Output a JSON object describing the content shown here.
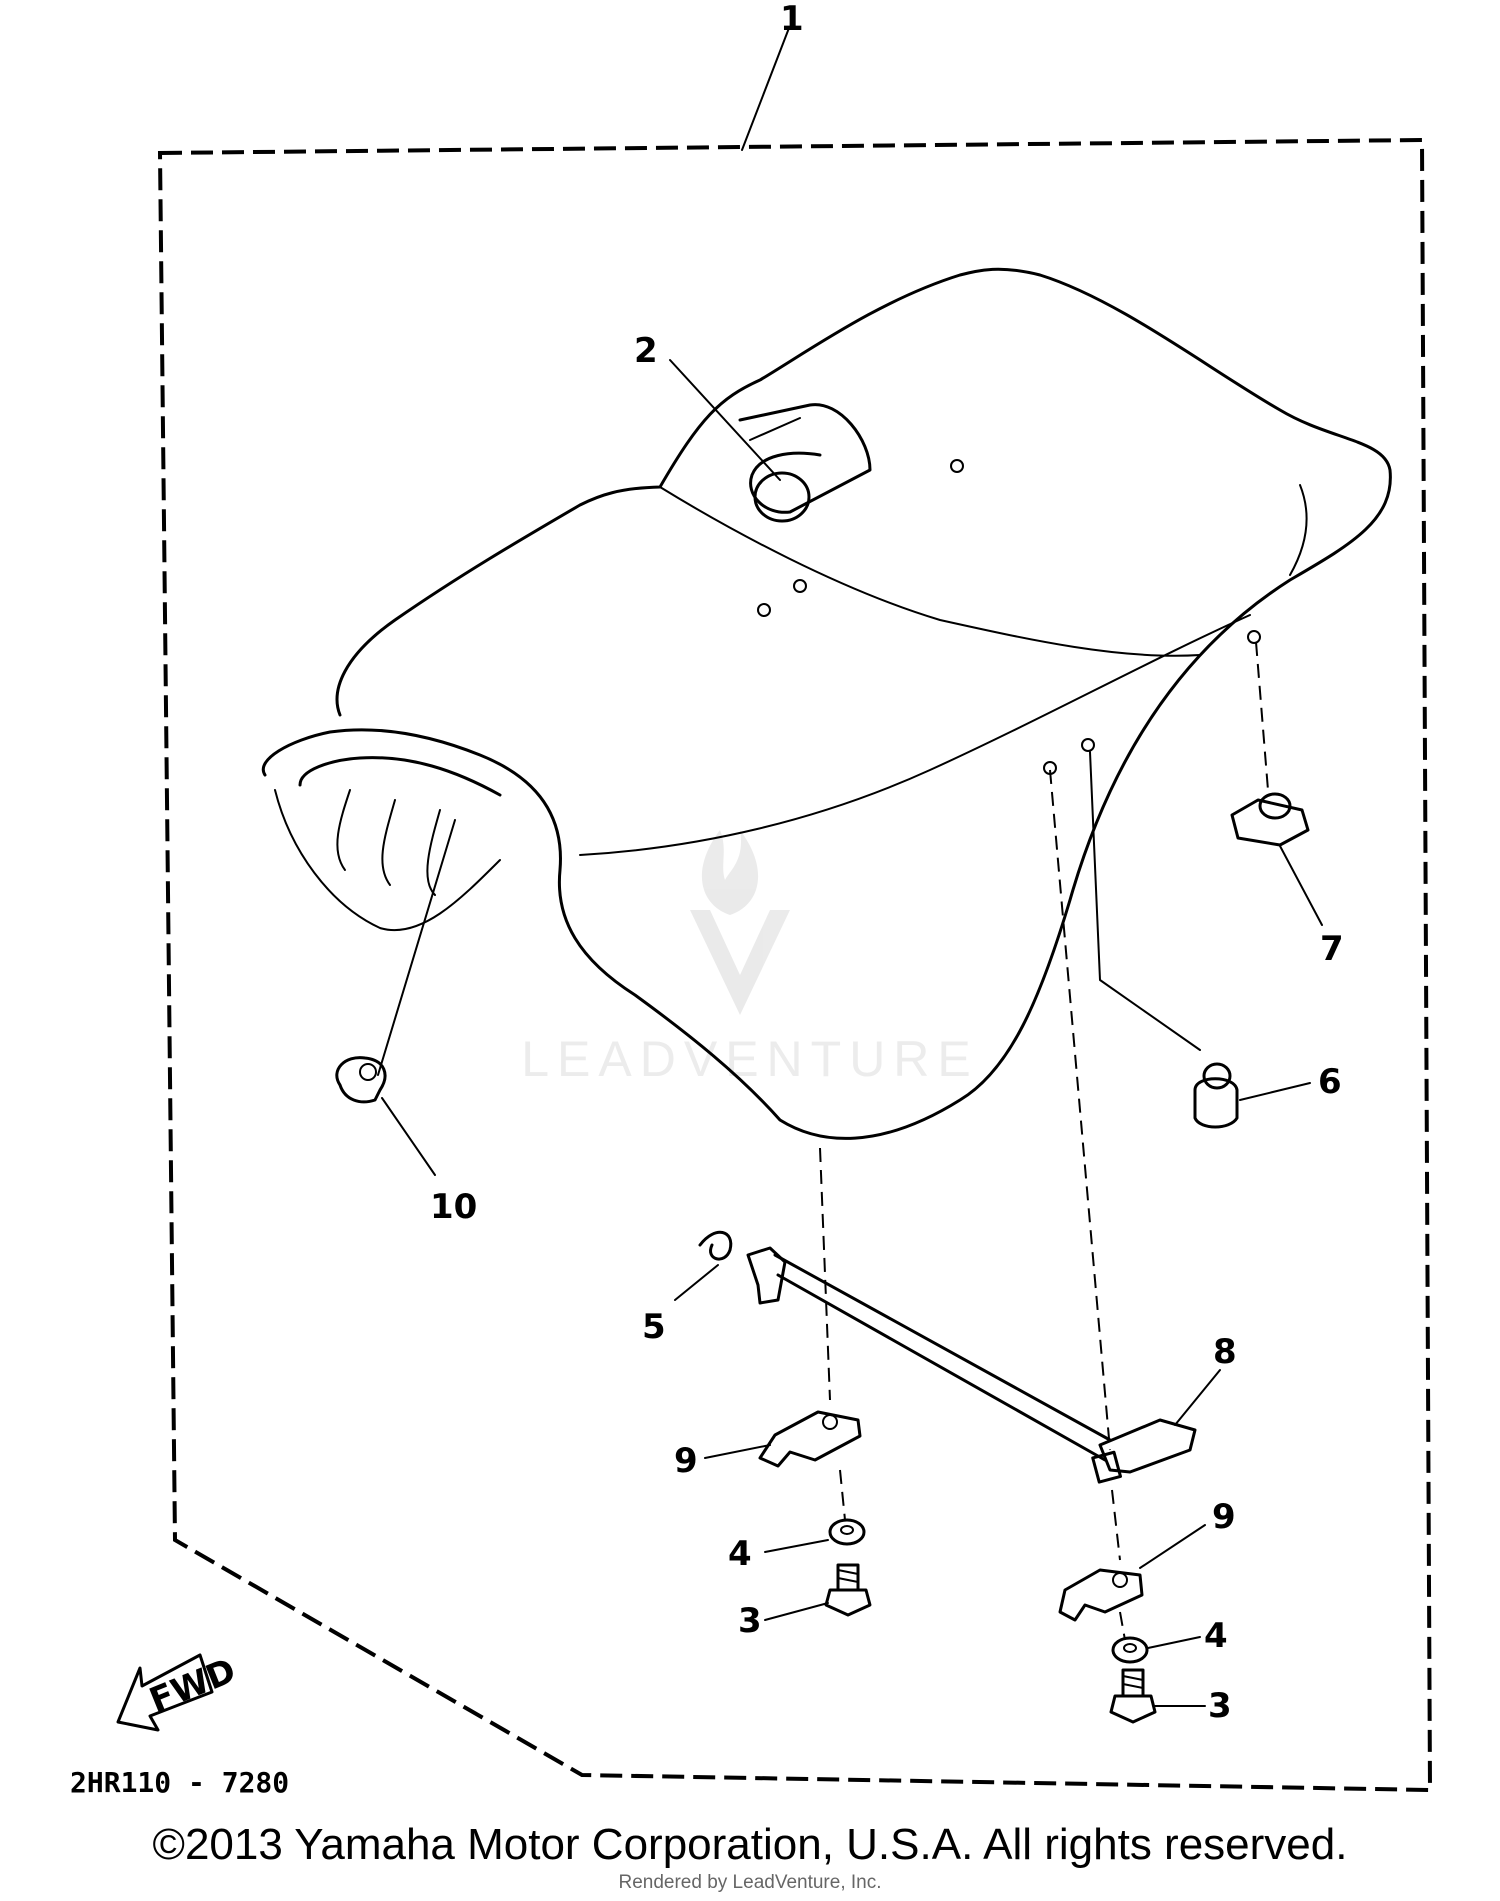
{
  "diagram": {
    "part_number": "2HR110 - 7280",
    "fwd_label": "FWD",
    "callouts": [
      {
        "id": "c1",
        "text": "1"
      },
      {
        "id": "c2",
        "text": "2"
      },
      {
        "id": "c3a",
        "text": "3"
      },
      {
        "id": "c3b",
        "text": "3"
      },
      {
        "id": "c4a",
        "text": "4"
      },
      {
        "id": "c4b",
        "text": "4"
      },
      {
        "id": "c5",
        "text": "5"
      },
      {
        "id": "c6",
        "text": "6"
      },
      {
        "id": "c7",
        "text": "7"
      },
      {
        "id": "c8",
        "text": "8"
      },
      {
        "id": "c9a",
        "text": "9"
      },
      {
        "id": "c9b",
        "text": "9"
      },
      {
        "id": "c10",
        "text": "10"
      }
    ]
  },
  "watermark": {
    "text": "LEADVENTURE"
  },
  "footer": {
    "copyright": "©2013 Yamaha Motor Corporation, U.S.A. All rights reserved.",
    "render_credit": "Rendered by LeadVenture, Inc."
  }
}
